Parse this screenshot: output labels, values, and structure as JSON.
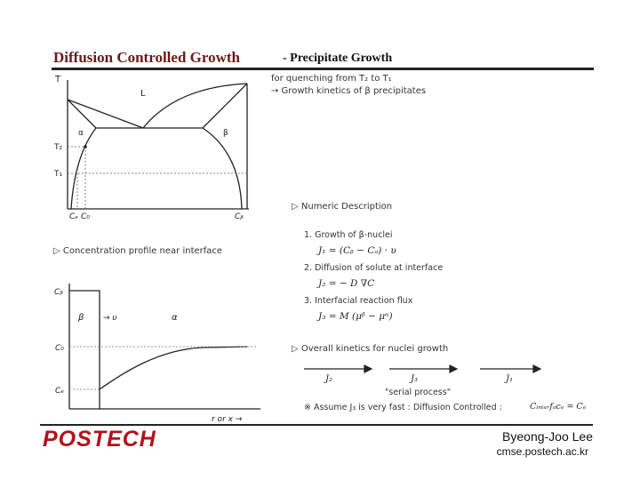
{
  "header": {
    "title": "Diffusion Controlled Growth",
    "subtitle": "-  Precipitate Growth"
  },
  "phase_diagram": {
    "label_T": "T",
    "label_L": "L",
    "label_alpha": "α",
    "label_beta": "β",
    "label_T2": "T₂",
    "label_T1": "T₁",
    "label_Ce": "Cₑ",
    "label_C0": "C₀",
    "label_Cb": "Cᵦ"
  },
  "quench_note": {
    "line1": "for quenching from T₂ to T₁",
    "line2": "→ Growth kinetics of β precipitates"
  },
  "profile": {
    "section_label": "▷ Concentration profile near interface",
    "label_Cb": "Cᵦ",
    "label_C0": "C₀",
    "label_Ce": "Cₑ",
    "label_beta": "β",
    "label_v": "→ υ",
    "label_alpha": "α",
    "xaxis": "r  or  x  →"
  },
  "numeric": {
    "heading": "▷ Numeric Description",
    "item1": "1. Growth of β-nuclei",
    "eq1": "J₁ = (Cᵦ − Cₐ) · υ",
    "item2": "2. Diffusion of solute at interface",
    "eq2": "J₂ = − D ∇C",
    "item3": "3. Interfacial reaction flux",
    "eq3": "J₃ = M (μᵝ − μᵅ)"
  },
  "overall": {
    "heading": "▷ Overall kinetics for nuclei growth",
    "j2": "J₂",
    "j3": "J₃",
    "j1": "J₁",
    "serial": "\"serial process\"",
    "assume": "※ Assume J₃ is very fast : Diffusion Controlled :",
    "assume_eq": "Cᵢₙₜₑᵣfₐcₑ = Cₑ"
  },
  "footer": {
    "logo": "POSTECH",
    "author": "Byeong-Joo Lee",
    "url": "cmse.postech.ac.kr"
  }
}
